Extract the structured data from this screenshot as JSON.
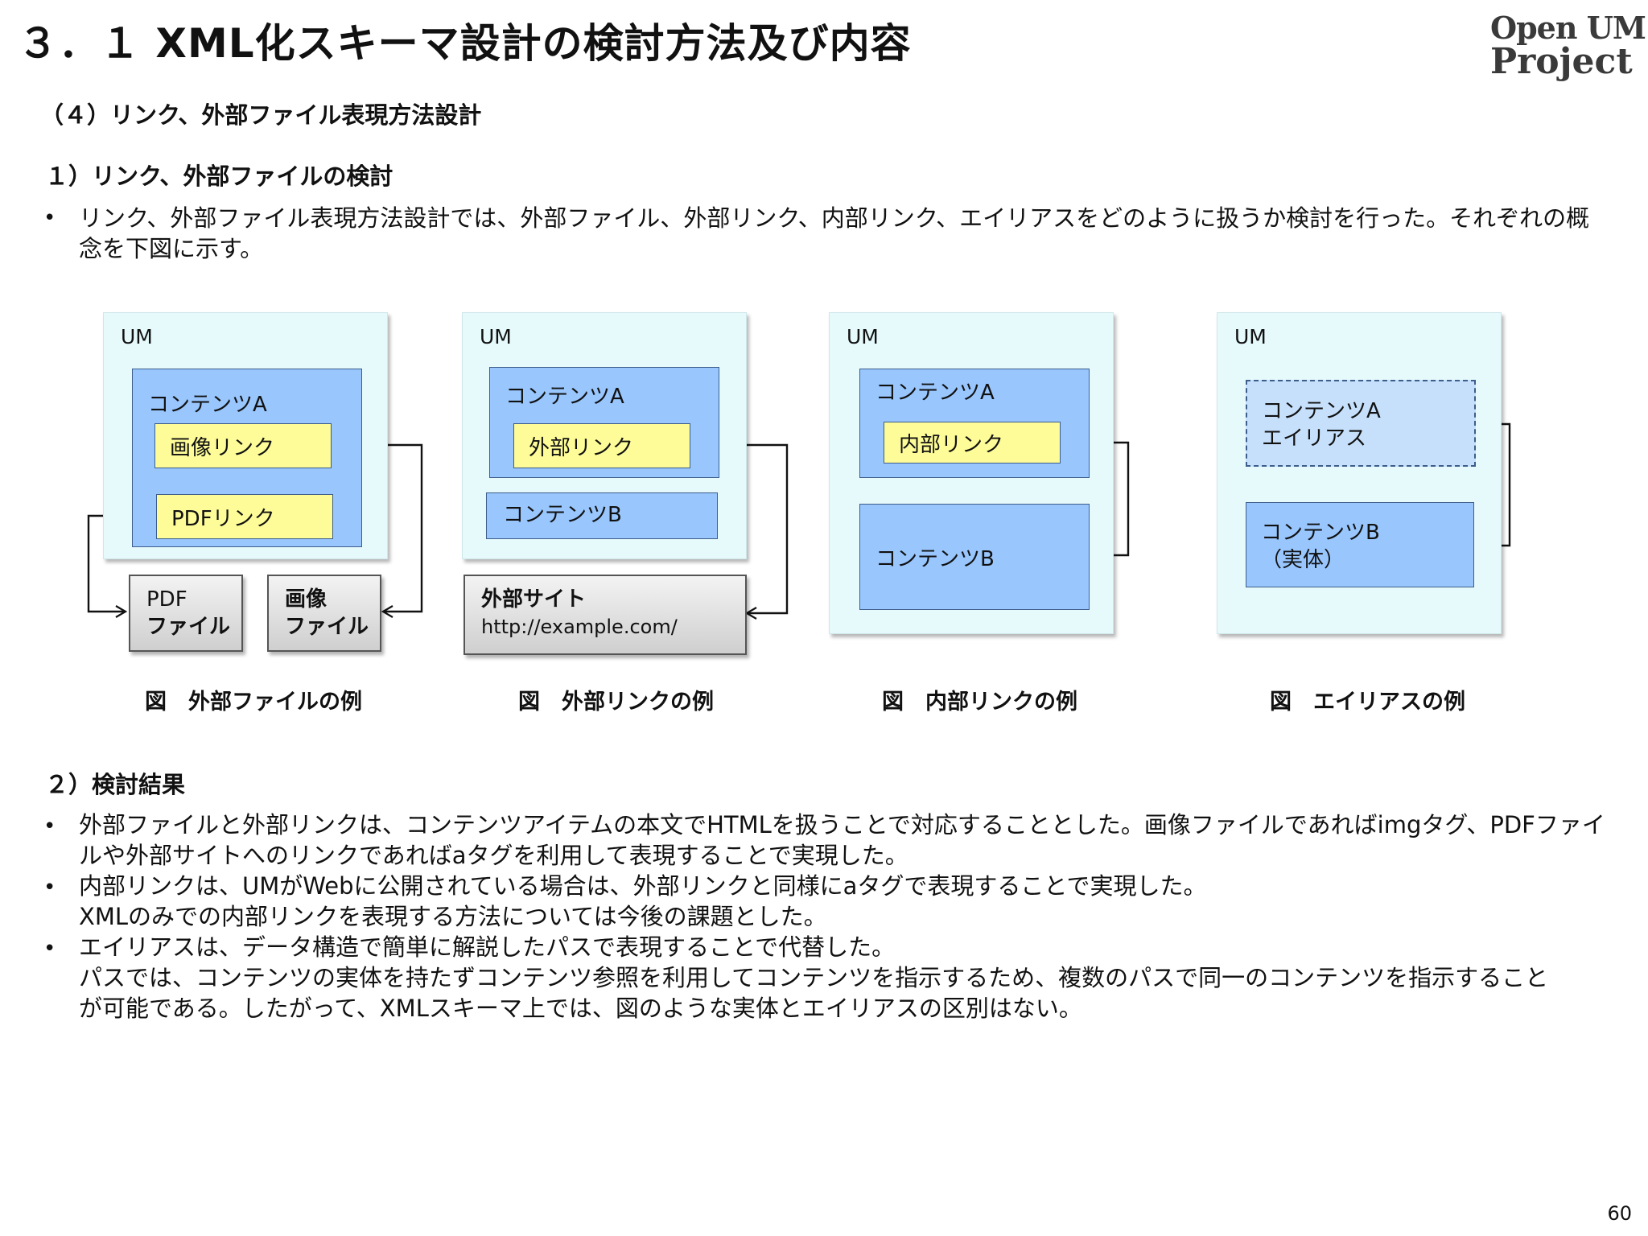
{
  "header": {
    "title": "３．１ XML化スキーマ設計の検討方法及び内容",
    "logo_line1": "Open UM",
    "logo_line2": "Project"
  },
  "section": {
    "heading": "（４）リンク、外部ファイル表現方法設計",
    "sub1": "１）リンク、外部ファイルの検討",
    "bullet1_line1": "リンク、外部ファイル表現方法設計では、外部ファイル、外部リンク、内部リンク、エイリアスをどのように扱うか検討を行った。それぞれの概",
    "bullet1_line2": "念を下図に示す。",
    "sub2": "２）検討結果",
    "results": [
      {
        "line1": "外部ファイルと外部リンクは、コンテンツアイテムの本文でHTMLを扱うことで対応することとした。画像ファイルであればimgタグ、PDFファイ",
        "line2": "ルや外部サイトへのリンクであればaタグを利用して表現することで実現した。"
      },
      {
        "line1": "内部リンクは、UMがWebに公開されている場合は、外部リンクと同様にaタグで表現することで実現した。",
        "line2": "XMLのみでの内部リンクを表現する方法については今後の課題とした。"
      },
      {
        "line1": "エイリアスは、データ構造で簡単に解説したパスで表現することで代替した。",
        "line2": "パスでは、コンテンツの実体を持たずコンテンツ参照を利用してコンテンツを指示するため、複数のパスで同一のコンテンツを指示すること",
        "line3": "が可能である。したがって、XMLスキーマ上では、図のような実体とエイリアスの区別はない。"
      }
    ],
    "bullet_char": "•"
  },
  "diagrams": {
    "um_label": "UM",
    "d1": {
      "content_a": "コンテンツA",
      "image_link": "画像リンク",
      "pdf_link": "PDFリンク",
      "pdf_file_l1": "PDF",
      "pdf_file_l2": "ファイル",
      "img_file_l1": "画像",
      "img_file_l2": "ファイル",
      "caption": "図　外部ファイルの例"
    },
    "d2": {
      "content_a": "コンテンツA",
      "external_link": "外部リンク",
      "content_b": "コンテンツB",
      "site_title": "外部サイト",
      "site_url": "http://example.com/",
      "caption": "図　外部リンクの例"
    },
    "d3": {
      "content_a": "コンテンツA",
      "internal_link": "内部リンク",
      "content_b": "コンテンツB",
      "caption": "図　内部リンクの例"
    },
    "d4": {
      "alias_l1": "コンテンツA",
      "alias_l2": "エイリアス",
      "entity_l1": "コンテンツB",
      "entity_l2": "（実体）",
      "caption": "図　エイリアスの例"
    }
  },
  "footer": {
    "page_number": "60"
  }
}
